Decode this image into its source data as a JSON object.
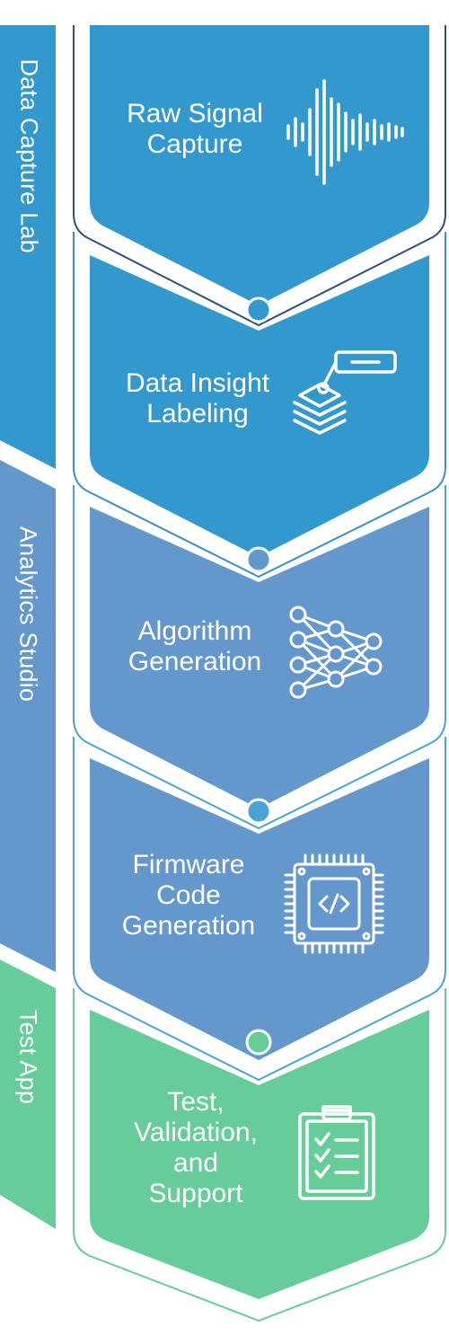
{
  "colors": {
    "lab": "#3298ce",
    "studio": "#6497cc",
    "test": "#66cc99",
    "outline_blue": "#2f4d7e",
    "outline_light": "#4aa3d4",
    "white": "#ffffff"
  },
  "sidebar": [
    {
      "label": "Data Capture Lab",
      "color": "#3298ce"
    },
    {
      "label": "Analytics Studio",
      "color": "#6497cc"
    },
    {
      "label": "Test App",
      "color": "#66cc99"
    }
  ],
  "steps": [
    {
      "lines": [
        "Raw Signal",
        "Capture"
      ],
      "icon": "waveform-icon",
      "color": "#3298ce"
    },
    {
      "lines": [
        "Data Insight",
        "Labeling"
      ],
      "icon": "layer-label-icon",
      "color": "#3298ce"
    },
    {
      "lines": [
        "Algorithm",
        "Generation"
      ],
      "icon": "neural-network-icon",
      "color": "#6497cc"
    },
    {
      "lines": [
        "Firmware",
        "Code",
        "Generation"
      ],
      "icon": "chip-code-icon",
      "color": "#6497cc"
    },
    {
      "lines": [
        "Test,",
        "Validation,",
        "and",
        "Support"
      ],
      "icon": "clipboard-checklist-icon",
      "color": "#66cc99"
    }
  ]
}
